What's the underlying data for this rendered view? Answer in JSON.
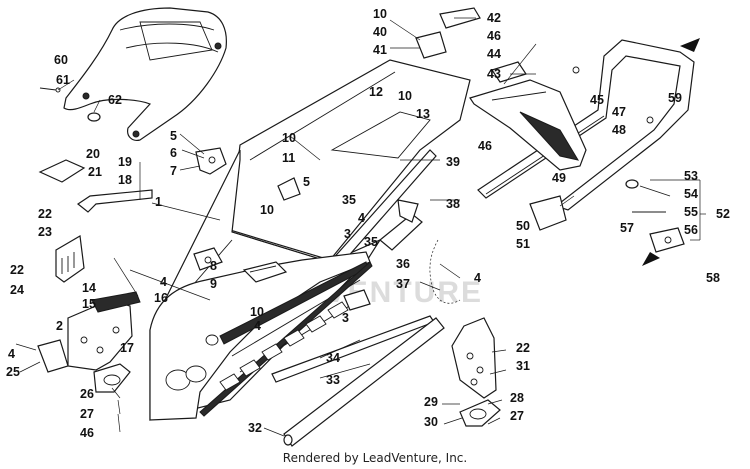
{
  "diagram": {
    "watermark": "LEADVENTURE",
    "credit": "Rendered by LeadVenture, Inc.",
    "callouts": [
      {
        "id": "c10a",
        "text": "10"
      },
      {
        "id": "c42",
        "text": "42"
      },
      {
        "id": "c40",
        "text": "40"
      },
      {
        "id": "c41",
        "text": "41"
      },
      {
        "id": "c46a",
        "text": "46"
      },
      {
        "id": "c44",
        "text": "44"
      },
      {
        "id": "c43",
        "text": "43"
      },
      {
        "id": "c60",
        "text": "60"
      },
      {
        "id": "c61",
        "text": "61"
      },
      {
        "id": "c62",
        "text": "62"
      },
      {
        "id": "c12",
        "text": "12"
      },
      {
        "id": "c10b",
        "text": "10"
      },
      {
        "id": "c13",
        "text": "13"
      },
      {
        "id": "c45",
        "text": "45"
      },
      {
        "id": "c47",
        "text": "47"
      },
      {
        "id": "c59",
        "text": "59"
      },
      {
        "id": "c48",
        "text": "48"
      },
      {
        "id": "c46b",
        "text": "46"
      },
      {
        "id": "c5a",
        "text": "5"
      },
      {
        "id": "c6",
        "text": "6"
      },
      {
        "id": "c7",
        "text": "7"
      },
      {
        "id": "c10c",
        "text": "10"
      },
      {
        "id": "c11",
        "text": "11"
      },
      {
        "id": "c39",
        "text": "39"
      },
      {
        "id": "c20",
        "text": "20"
      },
      {
        "id": "c19",
        "text": "19"
      },
      {
        "id": "c21",
        "text": "21"
      },
      {
        "id": "c18",
        "text": "18"
      },
      {
        "id": "c5b",
        "text": "5"
      },
      {
        "id": "c49",
        "text": "49"
      },
      {
        "id": "c53",
        "text": "53"
      },
      {
        "id": "c54",
        "text": "54"
      },
      {
        "id": "c55",
        "text": "55"
      },
      {
        "id": "c52",
        "text": "52"
      },
      {
        "id": "c56",
        "text": "56"
      },
      {
        "id": "c57",
        "text": "57"
      },
      {
        "id": "c1",
        "text": "1"
      },
      {
        "id": "c35a",
        "text": "35"
      },
      {
        "id": "c38",
        "text": "38"
      },
      {
        "id": "c10d",
        "text": "10"
      },
      {
        "id": "c22a",
        "text": "22"
      },
      {
        "id": "c23",
        "text": "23"
      },
      {
        "id": "c4a",
        "text": "4"
      },
      {
        "id": "c50",
        "text": "50"
      },
      {
        "id": "c51",
        "text": "51"
      },
      {
        "id": "c35b",
        "text": "35"
      },
      {
        "id": "c3a",
        "text": "3"
      },
      {
        "id": "c8",
        "text": "8"
      },
      {
        "id": "c9",
        "text": "9"
      },
      {
        "id": "c36",
        "text": "36"
      },
      {
        "id": "c4b",
        "text": "4"
      },
      {
        "id": "c58",
        "text": "58"
      },
      {
        "id": "c22b",
        "text": "22"
      },
      {
        "id": "c24",
        "text": "24"
      },
      {
        "id": "c14",
        "text": "14"
      },
      {
        "id": "c4c",
        "text": "4"
      },
      {
        "id": "c16",
        "text": "16"
      },
      {
        "id": "c37",
        "text": "37"
      },
      {
        "id": "c15",
        "text": "15"
      },
      {
        "id": "c10e",
        "text": "10"
      },
      {
        "id": "c4d",
        "text": "4"
      },
      {
        "id": "c3b",
        "text": "3"
      },
      {
        "id": "c2",
        "text": "2"
      },
      {
        "id": "c17",
        "text": "17"
      },
      {
        "id": "c4e",
        "text": "4"
      },
      {
        "id": "c25",
        "text": "25"
      },
      {
        "id": "c34",
        "text": "34"
      },
      {
        "id": "c22c",
        "text": "22"
      },
      {
        "id": "c31",
        "text": "31"
      },
      {
        "id": "c33",
        "text": "33"
      },
      {
        "id": "c26",
        "text": "26"
      },
      {
        "id": "c27a",
        "text": "27"
      },
      {
        "id": "c29",
        "text": "29"
      },
      {
        "id": "c28",
        "text": "28"
      },
      {
        "id": "c30",
        "text": "30"
      },
      {
        "id": "c27b",
        "text": "27"
      },
      {
        "id": "c46c",
        "text": "46"
      },
      {
        "id": "c32",
        "text": "32"
      }
    ]
  }
}
